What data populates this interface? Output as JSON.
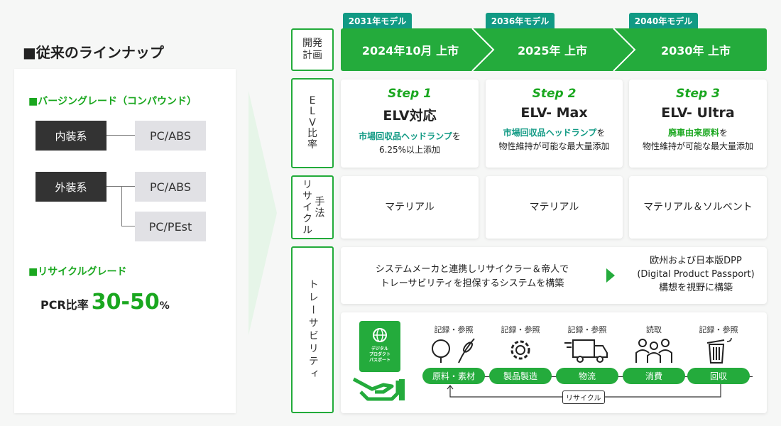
{
  "left": {
    "title": "■従来のラインナップ",
    "virgin_heading": "■バージングレード（コンパウンド）",
    "interior": "内装系",
    "exterior": "外装系",
    "interior_material": "PC/ABS",
    "exterior_materials": [
      "PC/ABS",
      "PC/PEst"
    ],
    "recycle_heading": "■リサイクルグレード",
    "pcr_label": "PCR比率",
    "pcr_value": "30-50",
    "pcr_unit": "%"
  },
  "rows": {
    "plan": "開発\n計画",
    "elv": "E\nL\nV\n比\n率",
    "method": [
      "リサイクル",
      "手法"
    ],
    "trace": "トレーサビリティ"
  },
  "plan": [
    {
      "model": "2031年モデル",
      "launch": "2024年10月 上市"
    },
    {
      "model": "2036年モデル",
      "launch": "2025年 上市"
    },
    {
      "model": "2040年モデル",
      "launch": "2030年 上市"
    }
  ],
  "steps": [
    {
      "step": "Step 1",
      "name": "ELV対応",
      "hl": "市場回収品ヘッドランプ",
      "tail": "を",
      "line2": "6.25%以上添加"
    },
    {
      "step": "Step 2",
      "name": "ELV- Max",
      "hl": "市場回収品ヘッドランプ",
      "tail": "を",
      "line2": "物性維持が可能な最大量添加"
    },
    {
      "step": "Step 3",
      "name": "ELV- Ultra",
      "hl": "廃車由来原料",
      "tail": "を",
      "line2": "物性維持が可能な最大量添加"
    }
  ],
  "methods": [
    "マテリアル",
    "マテリアル",
    "マテリアル＆ソルベント"
  ],
  "trace": {
    "left_text_1": "システムメーカと連携しリサイクラー＆帝人で",
    "left_text_2": "トレーサビリティを担保するシステムを構築",
    "right_text_1": "欧州および日本版DPP",
    "right_text_2": "(Digital Product Passport)",
    "right_text_3": "構想を視野に構築",
    "dpp_badge": [
      "デジタル",
      "プロダクト",
      "パスポート"
    ],
    "flow": [
      {
        "label": "記録・参照",
        "stage": "原料・素材",
        "icon": "cotton-wheat-icon"
      },
      {
        "label": "記録・参照",
        "stage": "製品製造",
        "icon": "gear-icon"
      },
      {
        "label": "記録・参照",
        "stage": "物流",
        "icon": "truck-icon"
      },
      {
        "label": "読取",
        "stage": "消費",
        "icon": "people-icon"
      },
      {
        "label": "記録・参照",
        "stage": "回収",
        "icon": "trash-icon"
      }
    ],
    "recycle": "リサイクル"
  },
  "colors": {
    "green": "#24ab3c",
    "teal": "#119a84",
    "dark": "#333333"
  }
}
